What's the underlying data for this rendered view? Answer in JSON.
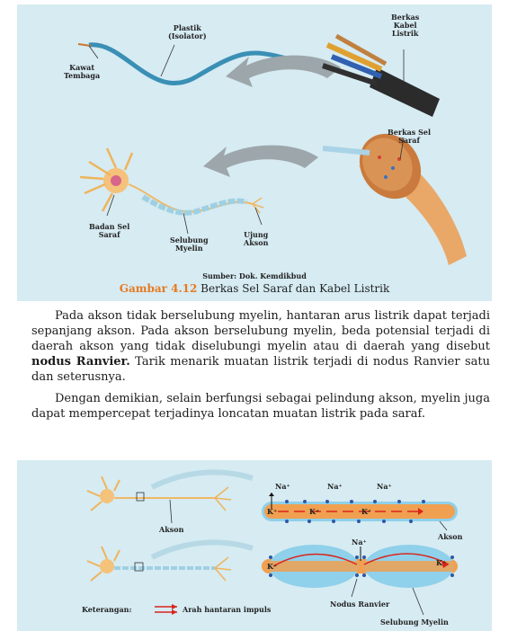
{
  "figure_top": {
    "labels": {
      "kawat_tembaga": "Kawat\nTembaga",
      "plastik": "Plastik\n(Isolator)",
      "berkas_kabel": "Berkas\nKabel\nListrik",
      "berkas_sel_saraf": "Berkas Sel\nSaraf",
      "badan_sel_saraf": "Badan Sel\nSaraf",
      "selubung_myelin": "Selubung\nMyelin",
      "ujung_akson": "Ujung\nAkson"
    },
    "source": "Sumber: Dok. Kemdikbud",
    "caption_number": "Gambar 4.12",
    "caption_text": " Berkas Sel Saraf dan Kabel Listrik"
  },
  "body": {
    "p1_a": "Pada akson tidak berselubung myelin, hantaran arus listrik dapat terjadi sepanjang akson. Pada akson berselubung myelin, beda potensial terjadi di daerah akson yang tidak diselubungi myelin atau di daerah yang disebut ",
    "p1_bold": "nodus Ranvier.",
    "p1_b": " Tarik menarik muatan listrik terjadi di nodus Ranvier satu dan seterusnya.",
    "p2": "Dengan demikian, selain berfungsi sebagai pelindung akson, myelin juga dapat mempercepat terjadinya loncatan muatan listrik pada saraf."
  },
  "figure_bottom": {
    "labels": {
      "na1": "Na⁺",
      "na2": "Na⁺",
      "na3": "Na⁺",
      "na4": "Na⁺",
      "k1": "K⁺",
      "k2": "K⁺",
      "k3": "K⁺",
      "k4": "K⁺",
      "k5": "K⁺",
      "akson_left": "Akson",
      "akson_right": "Akson",
      "keterangan": "Keterangan:",
      "arah": "Arah hantaran impuls",
      "nodus": "Nodus Ranvier",
      "selubung": "Selubung Myelin"
    }
  },
  "colors": {
    "panel_bg": "#d6ebf2",
    "accent_orange": "#e8791e",
    "axon_orange": "#f0a050",
    "myelin_blue": "#8fd0ea",
    "arrow_red": "#d8251c"
  }
}
